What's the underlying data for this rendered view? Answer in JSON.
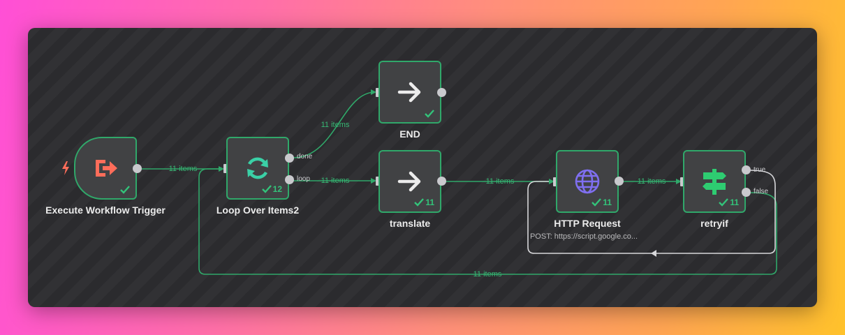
{
  "nodes": {
    "trigger": {
      "title": "Execute Workflow Trigger"
    },
    "loop": {
      "title": "Loop Over Items2",
      "count": "12",
      "out_done": "done",
      "out_loop": "loop"
    },
    "end": {
      "title": "END"
    },
    "translate": {
      "title": "translate",
      "count": "11"
    },
    "http": {
      "title": "HTTP Request",
      "subtitle": "POST: https://script.google.co...",
      "count": "11"
    },
    "retryif": {
      "title": "retryif",
      "count": "11",
      "out_true": "true",
      "out_false": "false"
    }
  },
  "edges": {
    "trigger_loop": "11 items",
    "done_end": "11 items",
    "loop_translate": "11 items",
    "translate_http": "11 items",
    "http_retryif": "11 items",
    "false_loop": "11 items"
  },
  "colors": {
    "success": "#33c37a",
    "edge": "#30a86a",
    "trigger_icon": "#ff6d5a",
    "loop_icon": "#3ad0a6",
    "http_icon": "#7f6ff0",
    "retry_icon": "#2ecc71"
  }
}
